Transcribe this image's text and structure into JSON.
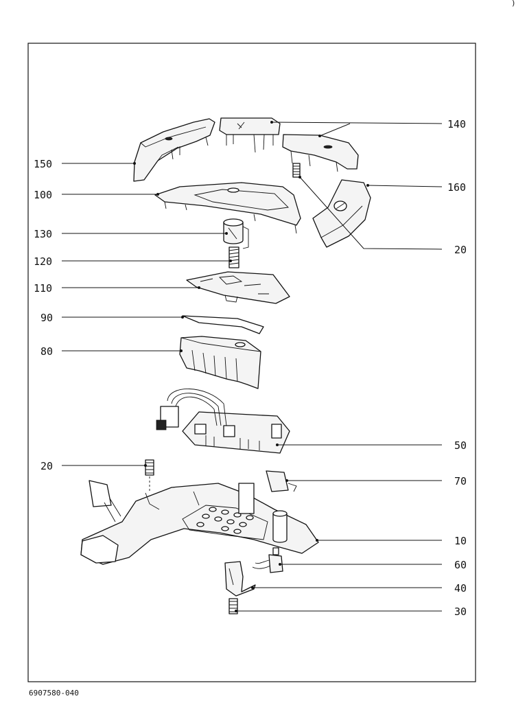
{
  "document_number": "6907580-040",
  "page_mark": ")",
  "callouts": {
    "c140": "140",
    "c150": "150",
    "c160": "160",
    "c100": "100",
    "c20_top": "20",
    "c130": "130",
    "c120": "120",
    "c110": "110",
    "c90": "90",
    "c80": "80",
    "c50": "50",
    "c20_bottom": "20",
    "c70": "70",
    "c10": "10",
    "c60": "60",
    "c40": "40",
    "c30": "30"
  }
}
